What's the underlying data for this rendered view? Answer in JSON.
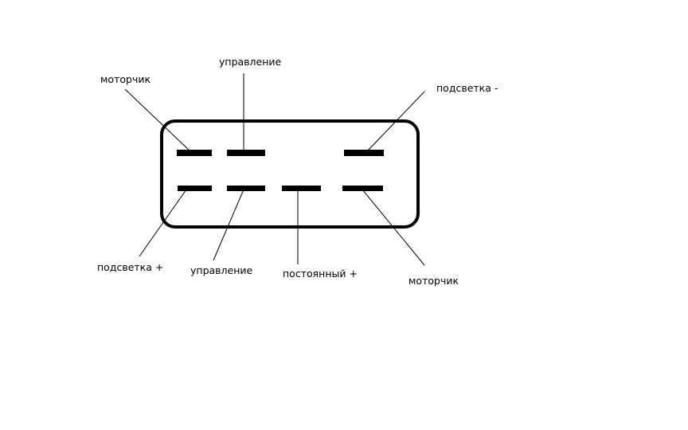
{
  "colors": {
    "background": "#ffffff",
    "stroke": "#000000"
  },
  "labels": {
    "top_left": "моторчик",
    "top_center": "управление",
    "top_right": "подсветка -",
    "bottom_left": "подсветка +",
    "bottom_center_left": "управление",
    "bottom_center_right": "постоянный +",
    "bottom_right": "моторчик"
  }
}
